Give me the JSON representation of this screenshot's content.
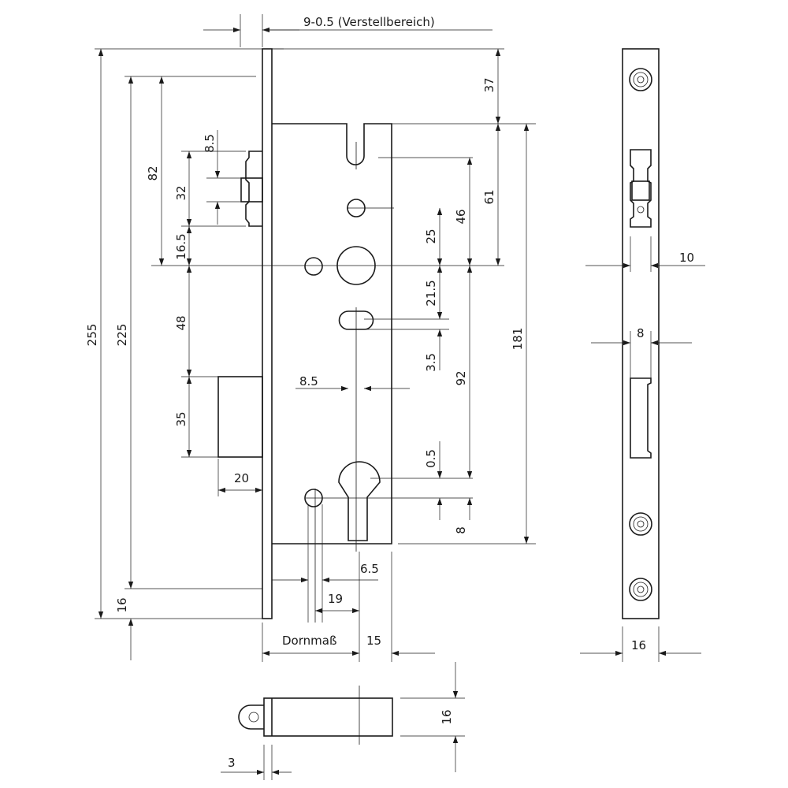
{
  "drawing": {
    "title_range": "9-0.5 (Verstellbereich)",
    "dims": {
      "d255": "255",
      "d225": "225",
      "d16_left": "16",
      "d82": "82",
      "d8_5_top": "8.5",
      "d32": "32",
      "d16_5": "16.5",
      "d48": "48",
      "d35": "35",
      "d20": "20",
      "d37": "37",
      "d61": "61",
      "d46": "46",
      "d25": "25",
      "d21_5": "21.5",
      "d3_5": "3.5",
      "d8_5_mid": "8.5",
      "d92": "92",
      "d181": "181",
      "d0_5": "0.5",
      "d8_bottom": "8",
      "d6_5": "6.5",
      "d19": "19",
      "dornmass": "Dornmaß",
      "d15": "15",
      "d10": "10",
      "d8_side": "8",
      "d16_side": "16",
      "d16_bottom": "16",
      "d3": "3"
    }
  }
}
